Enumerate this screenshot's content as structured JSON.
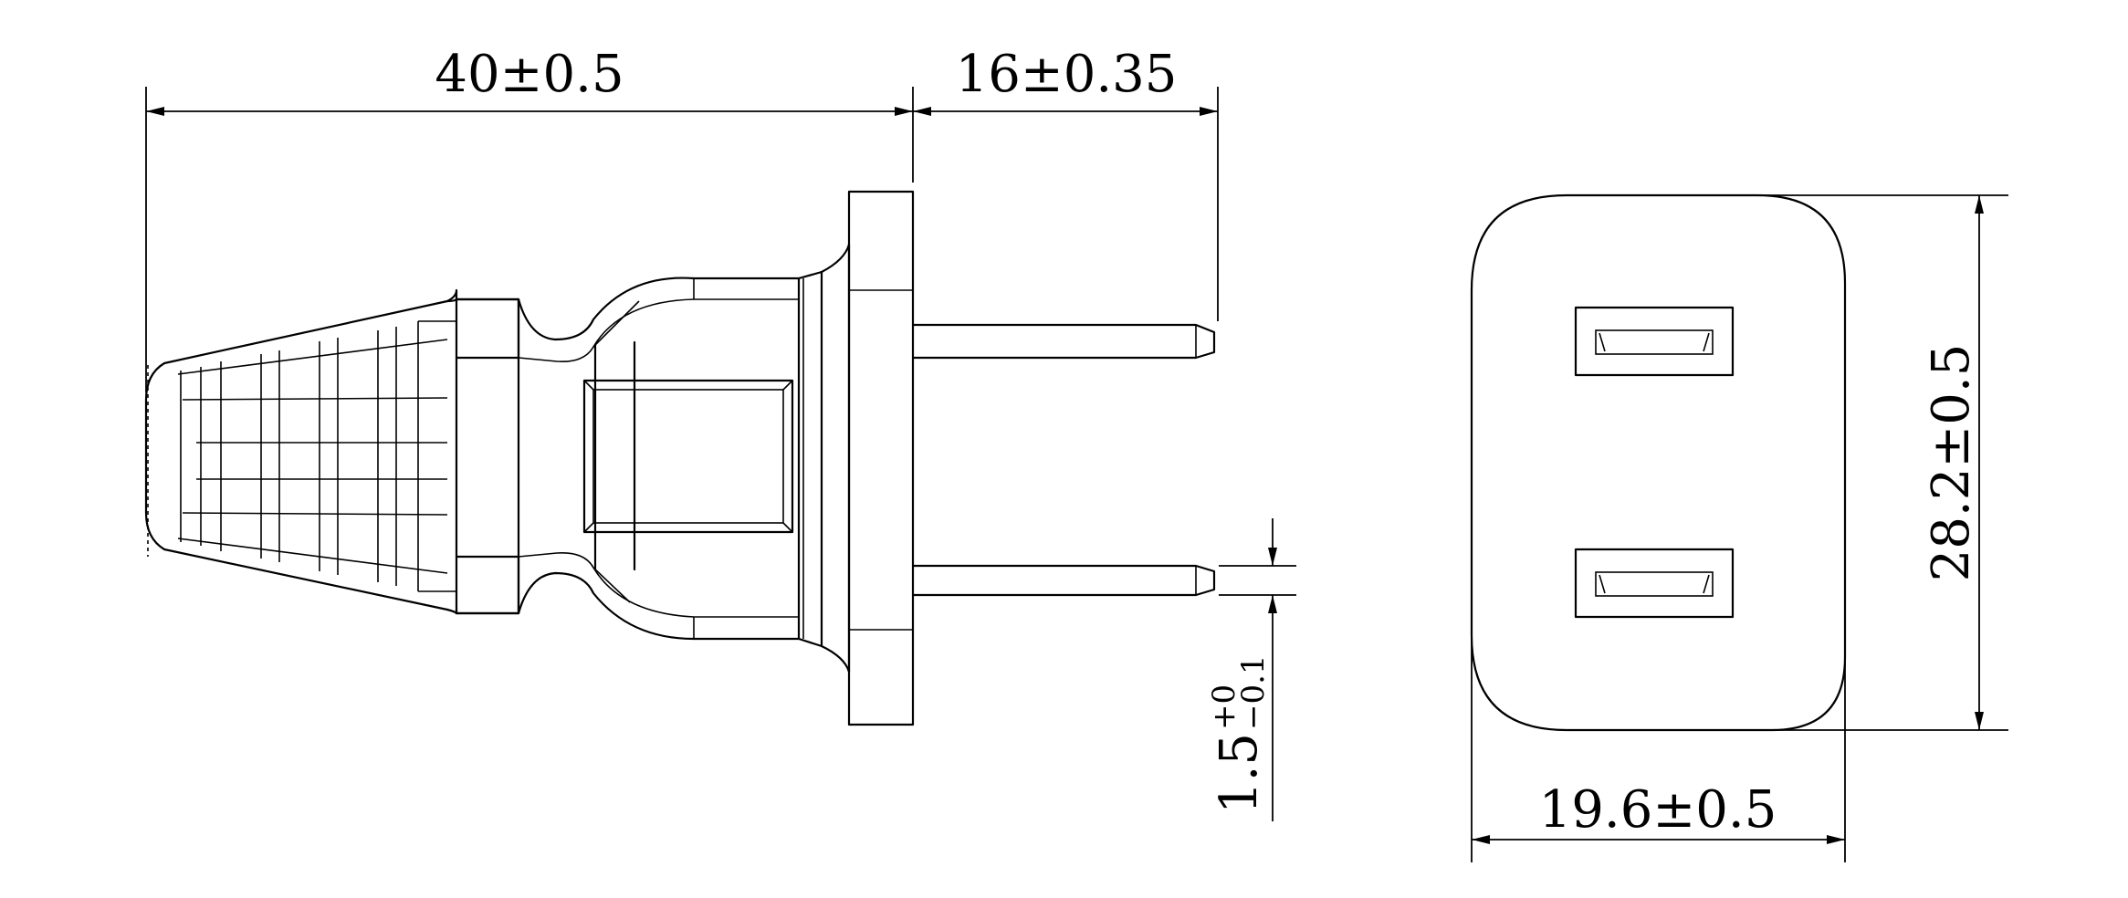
{
  "dimensions": {
    "overall_length": "40±0.5",
    "pin_length": "16±0.35",
    "pin_thickness_base": "1.5",
    "pin_thickness_tol_upper": "+0",
    "pin_thickness_tol_lower": "−0.1",
    "face_height": "28.2±0.5",
    "face_width": "19.6±0.5"
  },
  "colors": {
    "line": "#000000",
    "background": "#ffffff"
  }
}
